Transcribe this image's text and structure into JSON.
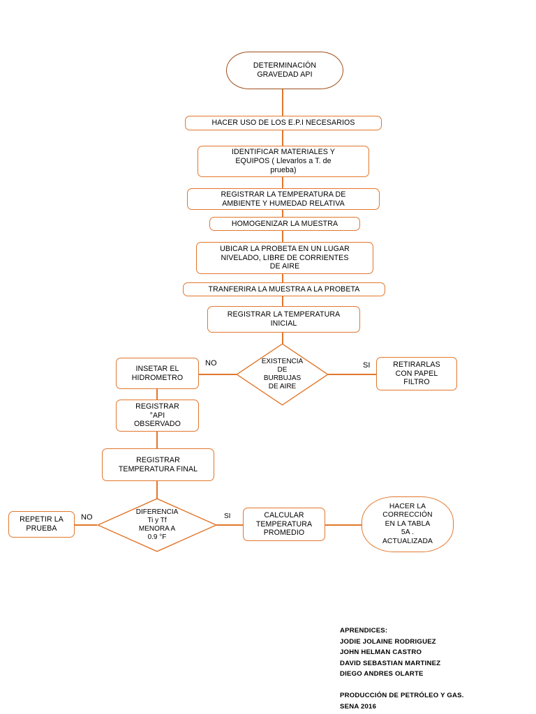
{
  "diagram": {
    "title": "Flujograma determinacion gravedad API",
    "accent_color": "#E2762B",
    "terminator_color": "#9E4E1A",
    "background_color": "#FFFFFF",
    "text_color": "#000000"
  },
  "nodes": [
    {
      "id": "start",
      "type": "terminator",
      "label": "DETERMINACIÓN\nGRAVEDAD API"
    },
    {
      "id": "epi",
      "type": "process",
      "label": "HACER USO DE LOS E.P.I  NECESARIOS"
    },
    {
      "id": "materiales",
      "type": "process",
      "label": "IDENTIFICAR MATERIALES Y\nEQUIPOS ( Llevarlos a T. de\nprueba)"
    },
    {
      "id": "temp_ambiente",
      "type": "process",
      "label": "REGISTRAR LA TEMPERATURA DE\nAMBIENTE Y HUMEDAD RELATIVA"
    },
    {
      "id": "homogenizar",
      "type": "process",
      "label": "HOMOGENIZAR LA MUESTRA"
    },
    {
      "id": "ubicar",
      "type": "process",
      "label": "UBICAR LA PROBETA EN UN LUGAR\nNIVELADO, LIBRE DE CORRIENTES\nDE AIRE"
    },
    {
      "id": "transferir",
      "type": "process",
      "label": "TRANFERIRA LA MUESTRA A LA PROBETA"
    },
    {
      "id": "temp_inicial",
      "type": "process",
      "label": "REGISTRAR LA TEMPERATURA\nINICIAL"
    },
    {
      "id": "burbujas",
      "type": "decision",
      "label": "EXISTENCIA\nDE\nBURBUJAS\nDE AIRE"
    },
    {
      "id": "insertar",
      "type": "process",
      "label": "INSETAR EL\nHIDROMETRO"
    },
    {
      "id": "retirarlas",
      "type": "process",
      "label": "RETIRARLAS\nCON PAPEL\nFILTRO"
    },
    {
      "id": "api_obs",
      "type": "process",
      "label": "REGISTRAR\n°API\nOBSERVADO"
    },
    {
      "id": "temp_final",
      "type": "process",
      "label": "REGISTRAR\nTEMPERATURA FINAL"
    },
    {
      "id": "diferencia",
      "type": "decision",
      "label": "DIFERENCIA\nTi y Tf\nMENORA A\n0.9 °F"
    },
    {
      "id": "repetir",
      "type": "process",
      "label": "REPETIR LA\nPRUEBA"
    },
    {
      "id": "promedio",
      "type": "process",
      "label": "CALCULAR\nTEMPERATURA\nPROMEDIO"
    },
    {
      "id": "correccion",
      "type": "terminator",
      "label": "HACER LA\nCORRECCIÓN\nEN LA TABLA\n5A .\nACTUALIZADA"
    }
  ],
  "edge_labels": {
    "burbujas_no": "NO",
    "burbujas_si": "SI",
    "diferencia_no": "NO",
    "diferencia_si": "SI"
  },
  "credits": {
    "text": "APRENDICES:\nJODIE JOLAINE RODRIGUEZ\nJOHN HELMAN CASTRO\nDAVID SEBASTIAN MARTINEZ\nDIEGO ANDRES OLARTE\n\nPRODUCCIÓN DE PETRÓLEO Y GAS.\nSENA 2016"
  }
}
